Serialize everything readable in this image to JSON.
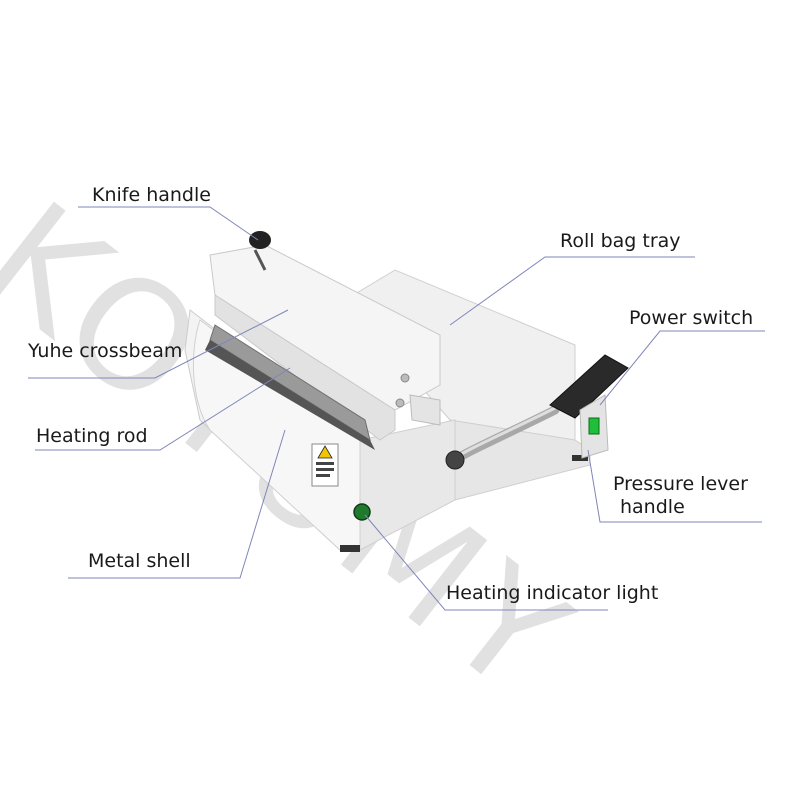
{
  "watermark": "KOTUMY",
  "labels": {
    "knife_handle": "Knife handle",
    "roll_bag_tray": "Roll bag tray",
    "power_switch": "Power switch",
    "yuhe_crossbeam": "Yuhe crossbeam",
    "heating_rod": "Heating rod",
    "pressure_lever_line1": "Pressure lever",
    "pressure_lever_line2": "handle",
    "metal_shell": "Metal shell",
    "heating_indicator_light": "Heating indicator light"
  },
  "colors": {
    "leader_line": "#7f86b8",
    "machine_body": "#eeeeee",
    "machine_edge": "#c8c8c8",
    "indicator_light": "#1f7a2e",
    "power_switch": "#1fbf3a",
    "handle_black": "#2a2a2a"
  }
}
